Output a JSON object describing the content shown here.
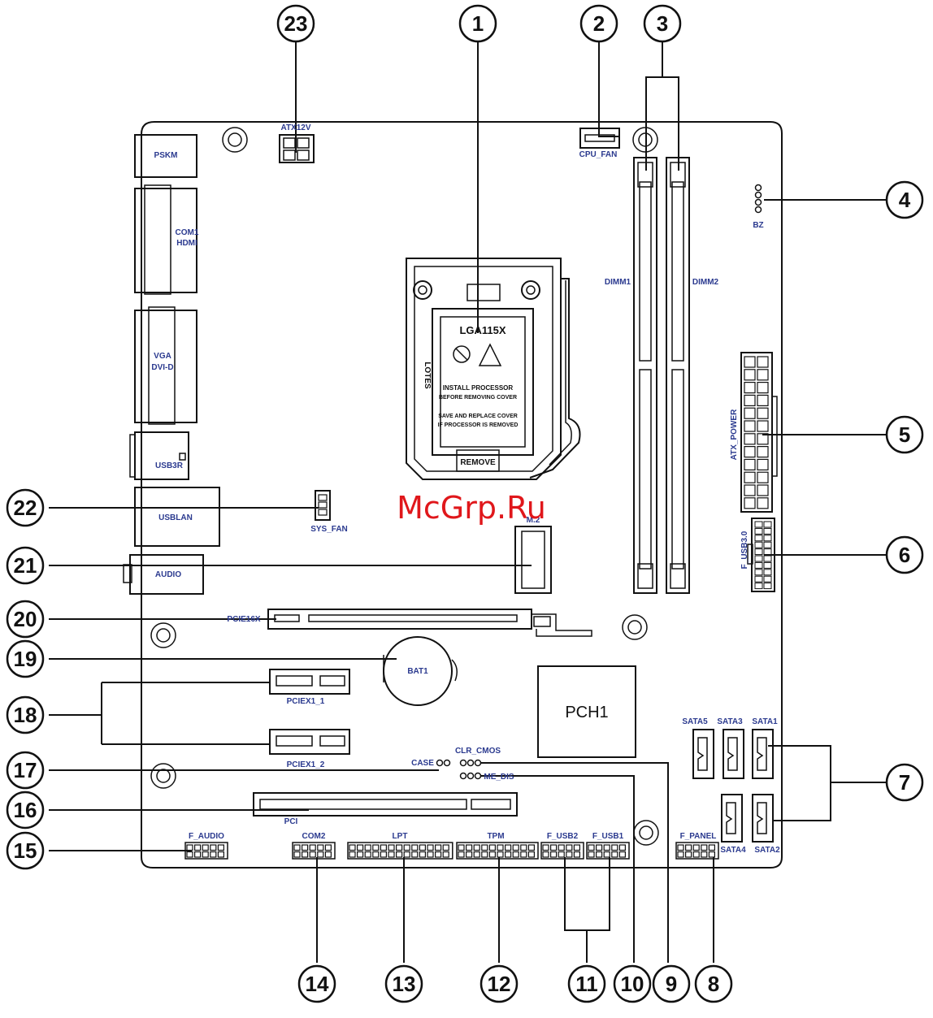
{
  "watermark": "McGrp.Ru",
  "socket": {
    "name": "LGA115X",
    "side_text": "LOTES",
    "warning_line1": "INSTALL PROCESSOR",
    "warning_line2": "BEFORE REMOVING COVER",
    "warning_line3": "SAVE AND REPLACE COVER",
    "warning_line4": "IF PROCESSOR IS REMOVED",
    "remove_label": "REMOVE"
  },
  "labels": {
    "atx12v": "ATX12V",
    "cpu_fan": "CPU_FAN",
    "bz": "BZ",
    "dimm1": "DIMM1",
    "dimm2": "DIMM2",
    "atx_power": "ATX_POWER",
    "f_usb30": "F_USB3.0",
    "pskm": "PSKM",
    "com1": "COM1",
    "hdmi": "HDMI",
    "vga": "VGA",
    "dvid": "DVI-D",
    "usb3r": "USB3R",
    "usblan": "USBLAN",
    "sys_fan": "SYS_FAN",
    "audio": "AUDIO",
    "m2": "M.2",
    "pcie16x": "PCIE16X",
    "bat1": "BAT1",
    "pciex1_1": "PCIEX1_1",
    "pciex1_2": "PCIEX1_2",
    "pch1": "PCH1",
    "sata5": "SATA5",
    "sata3": "SATA3",
    "sata1": "SATA1",
    "sata4": "SATA4",
    "sata2": "SATA2",
    "clr_cmos": "CLR_CMOS",
    "case": "CASE",
    "me_dis": "ME_DIS",
    "pci": "PCI",
    "f_audio": "F_AUDIO",
    "com2": "COM2",
    "lpt": "LPT",
    "tpm": "TPM",
    "f_usb2": "F_USB2",
    "f_usb1": "F_USB1",
    "f_panel": "F_PANEL"
  },
  "callouts": [
    "1",
    "2",
    "3",
    "4",
    "5",
    "6",
    "7",
    "8",
    "9",
    "10",
    "11",
    "12",
    "13",
    "14",
    "15",
    "16",
    "17",
    "18",
    "19",
    "20",
    "21",
    "22",
    "23"
  ]
}
